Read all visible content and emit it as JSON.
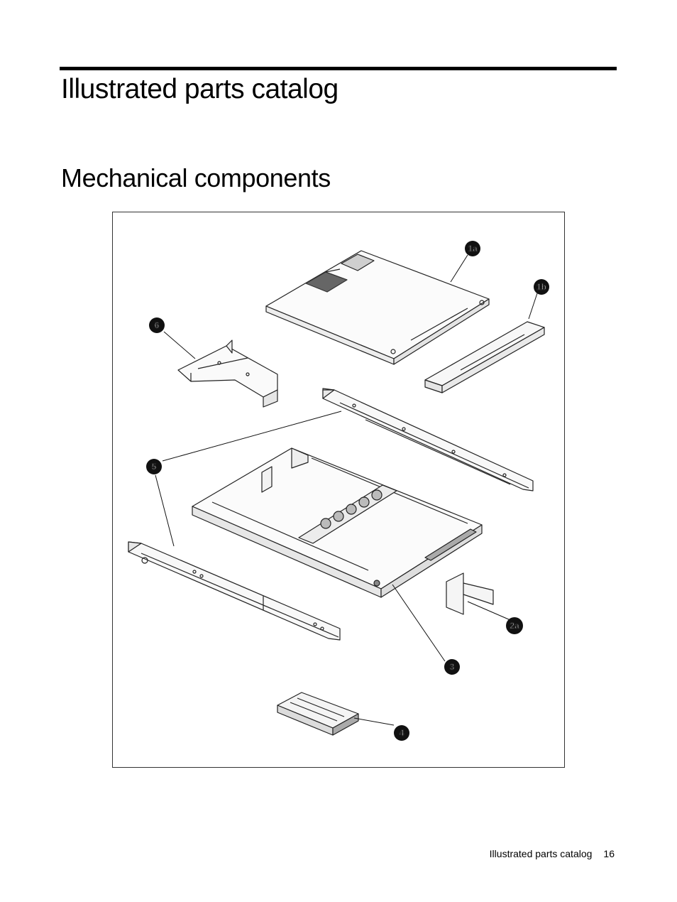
{
  "header": {
    "title": "Illustrated parts catalog",
    "subtitle": "Mechanical components"
  },
  "figure": {
    "callouts": [
      "1a",
      "1b",
      "6",
      "5",
      "3",
      "2a",
      "4"
    ]
  },
  "footer": {
    "section": "Illustrated parts catalog",
    "page": "16"
  }
}
